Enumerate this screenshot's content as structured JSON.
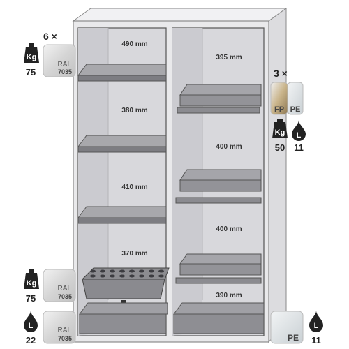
{
  "left_compartment": {
    "shelf_count": "6 ×",
    "shelf_load_value": "75",
    "heights": [
      "490 mm",
      "380 mm",
      "410 mm",
      "370 mm"
    ],
    "perforated_insert": {
      "load_value": "75",
      "ral_label": "RAL",
      "ral_code": "7035"
    },
    "bottom_sump": {
      "volume_value": "22",
      "ral_label": "RAL",
      "ral_code": "7035"
    },
    "shelf_swatch": {
      "ral_label": "RAL",
      "ral_code": "7035"
    }
  },
  "right_compartment": {
    "tray_count": "3 ×",
    "heights": [
      "395 mm",
      "400 mm",
      "400 mm",
      "390 mm"
    ],
    "tray_load_value": "50",
    "tray_volume_value": "11",
    "tray_materials": [
      "FP",
      "PE"
    ],
    "bottom_sump": {
      "material": "PE",
      "volume_value": "11"
    }
  },
  "icons": {
    "weight_unit": "Kg",
    "volume_unit": "L"
  },
  "colors": {
    "cabinet_body": "#e7e7e9",
    "interior": "#d8d8dc",
    "shelf": "#9a9a9e",
    "ral_swatch": "#cfcfcf"
  }
}
